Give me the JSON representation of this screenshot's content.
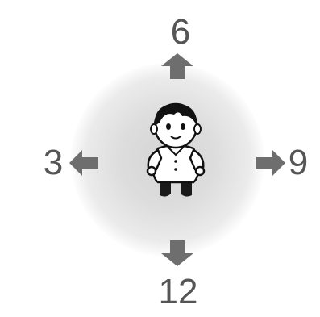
{
  "directions": {
    "up": "6",
    "down": "12",
    "left": "3",
    "right": "9"
  },
  "colors": {
    "arrow": "#6e6e6e",
    "number": "#555555",
    "glow": "#d8d8d8"
  },
  "icons": {
    "figure": "person-icon",
    "arrow_up": "arrow-up-icon",
    "arrow_down": "arrow-down-icon",
    "arrow_left": "arrow-left-icon",
    "arrow_right": "arrow-right-icon"
  }
}
